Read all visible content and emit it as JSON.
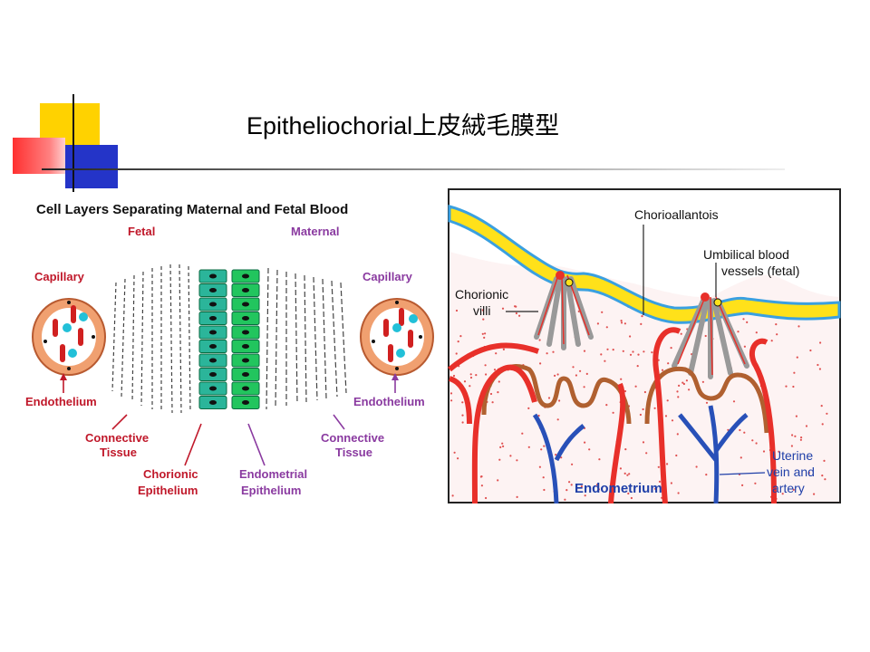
{
  "slide": {
    "title": "Epitheliochorial上皮絨毛膜型"
  },
  "left_figure": {
    "heading": "Cell Layers Separating Maternal and Fetal Blood",
    "fetal_label": "Fetal",
    "maternal_label": "Maternal",
    "capillary_left": "Capillary",
    "capillary_right": "Capillary",
    "endothelium_left": "Endothelium",
    "endothelium_right": "Endothelium",
    "connective_left_1": "Connective",
    "connective_left_2": "Tissue",
    "connective_right_1": "Connective",
    "connective_right_2": "Tissue",
    "chorionic_1": "Chorionic",
    "chorionic_2": "Epithelium",
    "endometrial_1": "Endometrial",
    "endometrial_2": "Epithelium"
  },
  "right_figure": {
    "chorioallantois": "Chorioallantois",
    "umbilical_1": "Umbilical blood",
    "umbilical_2": "vessels (fetal)",
    "chorionic_1": "Chorionic",
    "chorionic_2": "villi",
    "uterine_1": "Uterine",
    "uterine_2": "vein and",
    "uterine_3": "artery",
    "endometrium": "Endometrium"
  },
  "colors": {
    "label_red": "#c0182a",
    "label_purple": "#8a3aa0",
    "heading": "#111111",
    "epithelium_green": "#22c55e",
    "epithelium_teal": "#2bb59a",
    "capillary_tan": "#f0a070",
    "chorion_yellow": "#ffe11a",
    "vessel_red": "#e8302a",
    "vessel_blue": "#2850b8",
    "endometrium_blue": "#1f3fa8"
  }
}
